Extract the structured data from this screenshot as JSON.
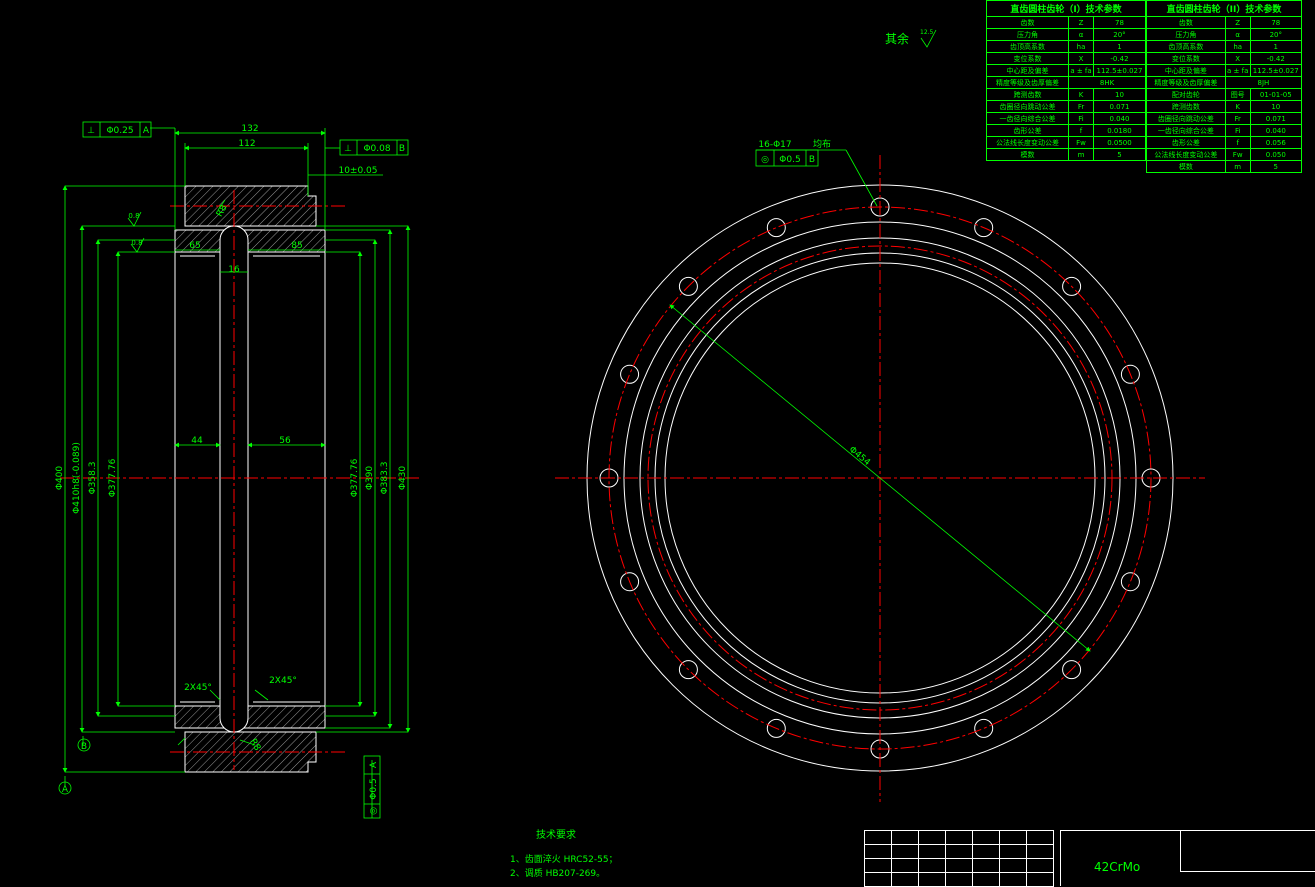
{
  "roughness_note": {
    "text": "其余",
    "value": "12.5"
  },
  "table1": {
    "title": "直齿圆柱齿轮（I）技术参数",
    "rows": [
      [
        "齿数",
        "Z",
        "78"
      ],
      [
        "压力角",
        "α",
        "20°"
      ],
      [
        "齿顶高系数",
        "ha",
        "1"
      ],
      [
        "变位系数",
        "X",
        "-0.42"
      ],
      [
        "中心距及偏差",
        "a ± fa",
        "112.5±0.027"
      ],
      [
        "精度等级及齿厚偏差",
        "",
        "8HK"
      ],
      [
        "跨测齿数",
        "K",
        "10"
      ],
      [
        "齿圈径向跳动公差",
        "Fr",
        "0.071"
      ],
      [
        "一齿径向综合公差",
        "Fi",
        "0.040"
      ],
      [
        "齿形公差",
        "f",
        "0.0180"
      ],
      [
        "公法线长度变动公差",
        "Fw",
        "0.0500"
      ],
      [
        "模数",
        "m",
        "5"
      ]
    ]
  },
  "table2": {
    "title": "直齿圆柱齿轮（II）技术参数",
    "rows": [
      [
        "齿数",
        "Z",
        "78"
      ],
      [
        "压力角",
        "α",
        "20°"
      ],
      [
        "齿顶高系数",
        "ha",
        "1"
      ],
      [
        "变位系数",
        "X",
        "-0.42"
      ],
      [
        "中心距及偏差",
        "a ± fa",
        "112.5±0.027"
      ],
      [
        "精度等级及齿厚偏差",
        "",
        "8JH"
      ],
      [
        "配对齿轮",
        "图号",
        "01-01-05"
      ],
      [
        "跨测齿数",
        "K",
        "10"
      ],
      [
        "齿圈径向跳动公差",
        "Fr",
        "0.071"
      ],
      [
        "一齿径向综合公差",
        "Fi",
        "0.040"
      ],
      [
        "齿形公差",
        "f",
        "0.056"
      ],
      [
        "公法线长度变动公差",
        "Fw",
        "0.050"
      ],
      [
        "模数",
        "m",
        "5"
      ]
    ]
  },
  "dims": {
    "d132": "132",
    "d112": "112",
    "d10": "10±0.05",
    "d16": "16",
    "d65": "65",
    "d85": "85",
    "d44": "44",
    "d56": "56",
    "dia400": "Φ400",
    "dia410": "Φ410h8(-0.089)",
    "dia3583": "Φ358.3",
    "dia37776l": "Φ377.76",
    "dia37776r": "Φ377.76",
    "dia390": "Φ390",
    "dia3833": "Φ383.3",
    "dia430": "Φ430",
    "ch1": "2X45°",
    "ch2": "2X45°",
    "r8a": "R8",
    "r8b": "R8",
    "r5": "0.8",
    "r5b": "0.8",
    "dia454": "Φ454",
    "holes": "16-Φ17",
    "holes_note": "均布"
  },
  "gdt": {
    "perp": {
      "sym": "⊥",
      "tol": "Φ0.25",
      "ref": "A"
    },
    "perp2": {
      "sym": "⊥",
      "tol": "Φ0.08",
      "ref": "B"
    },
    "conc1": {
      "sym": "◎",
      "tol": "Φ0.5",
      "ref": "B"
    },
    "conc2": {
      "sym": "◎",
      "tol": "Φ0.5",
      "ref": "A"
    },
    "datumA": "A",
    "datumB": "B"
  },
  "notes": {
    "title": "技术要求",
    "items": [
      "1、齿面淬火 HRC52-55；",
      "2、调质 HB207-269。"
    ]
  },
  "material": "42CrMo",
  "colors": {
    "bg": "#000000",
    "outline": "#ffffff",
    "dim": "#00ff00",
    "center": "#ff0000"
  }
}
